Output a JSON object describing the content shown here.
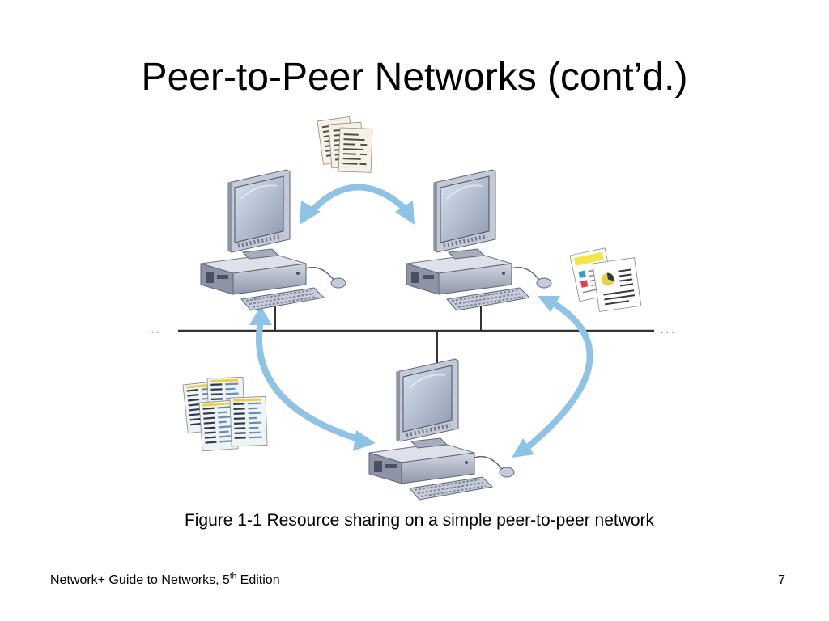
{
  "slide": {
    "title": "Peer-to-Peer Networks (cont’d.)"
  },
  "figure": {
    "caption": "Figure 1-1 Resource sharing on a simple peer-to-peer network",
    "bus_ellipsis_left": ". . .",
    "bus_ellipsis_right": ". . .",
    "nodes": [
      {
        "name": "computer-top-left"
      },
      {
        "name": "computer-top-right"
      },
      {
        "name": "computer-bottom"
      }
    ],
    "shared_resources": [
      {
        "name": "shared-documents-icon",
        "icon": "stack-of-paper-documents"
      },
      {
        "name": "shared-brochures-icon",
        "icon": "color-printed-pages"
      },
      {
        "name": "shared-spreadsheets-icon",
        "icon": "stack-of-spreadsheets"
      }
    ],
    "colors": {
      "arrow": "#8fc3e6",
      "bus_line": "#333333",
      "computer_body": "#b8bfcf",
      "computer_dark": "#5e6678"
    }
  },
  "footer": {
    "book_title_prefix": "Network+ Guide to Networks, 5",
    "edition_superscript": "th",
    "book_title_suffix": " Edition",
    "page_number": "7"
  }
}
